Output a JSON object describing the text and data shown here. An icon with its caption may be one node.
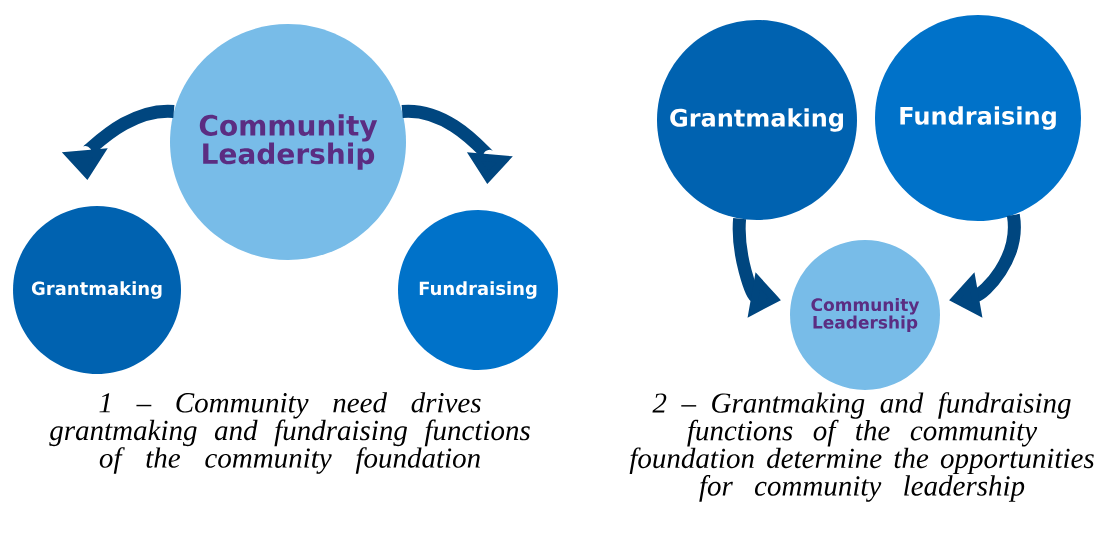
{
  "diagram": {
    "nodes": [
      {
        "text": [
          "Community Leadership"
        ]
      },
      {
        "text": [
          "Grantmaking"
        ]
      },
      {
        "text": [
          "Fundraising"
        ]
      },
      {
        "text": [
          "Grantmaking"
        ]
      },
      {
        "text": [
          "Fundraising"
        ]
      },
      {
        "text": [
          "Community Leadership"
        ]
      }
    ],
    "edges": [
      {
        "from": 0,
        "to": 1,
        "arrow": "to"
      },
      {
        "from": 0,
        "to": 2,
        "arrow": "to"
      },
      {
        "from": 3,
        "to": 5,
        "arrow": "to"
      },
      {
        "from": 4,
        "to": 5,
        "arrow": "to"
      }
    ],
    "labels": [
      "1 – Community need drives grantmaking and fundraising functions of the community foundation",
      "2 – Grantmaking and fundraising functions of the community foundation determine the opportunities for community leadership"
    ]
  }
}
